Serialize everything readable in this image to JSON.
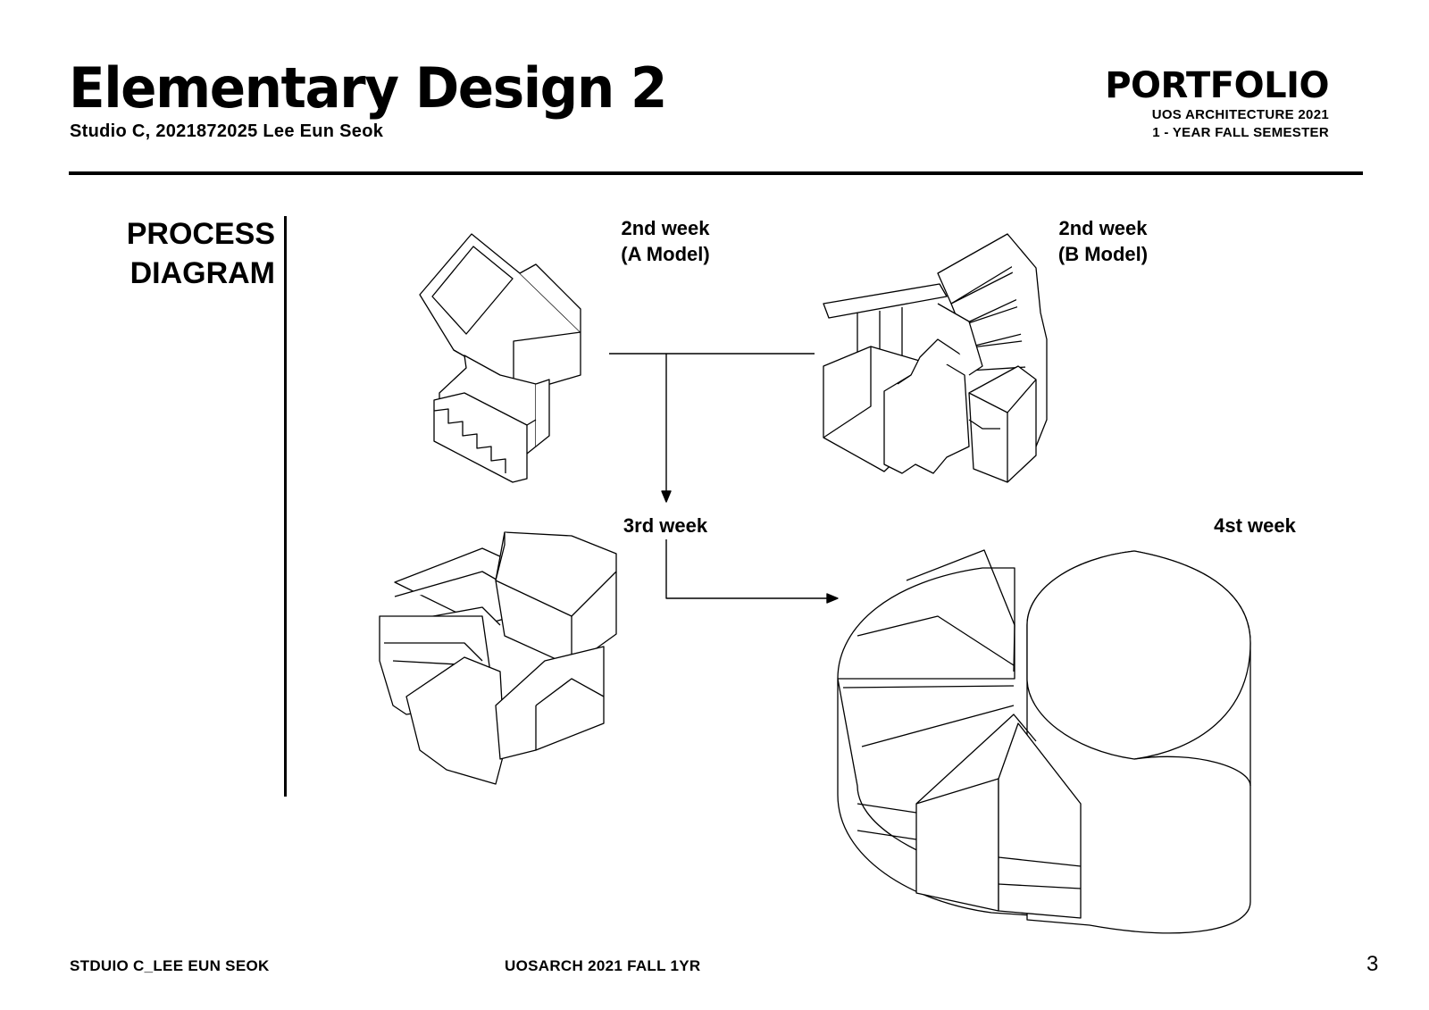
{
  "header": {
    "title": "Elementary Design 2",
    "subtitle": "Studio C, 2021872025 Lee Eun Seok",
    "portfolio": "PORTFOLIO",
    "program_line1": "UOS ARCHITECTURE 2021",
    "program_line2": "1 - YEAR FALL SEMESTER"
  },
  "section": {
    "title": "PROCESS\nDIAGRAM"
  },
  "stages": {
    "a_model": "2nd week\n(A Model)",
    "b_model": "2nd week\n(B Model)",
    "third": "3rd week",
    "fourth": "4st week"
  },
  "footer": {
    "left": "STDUIO C_LEE EUN SEOK",
    "center": "UOSARCH 2021 FALL 1YR",
    "page": "3"
  }
}
